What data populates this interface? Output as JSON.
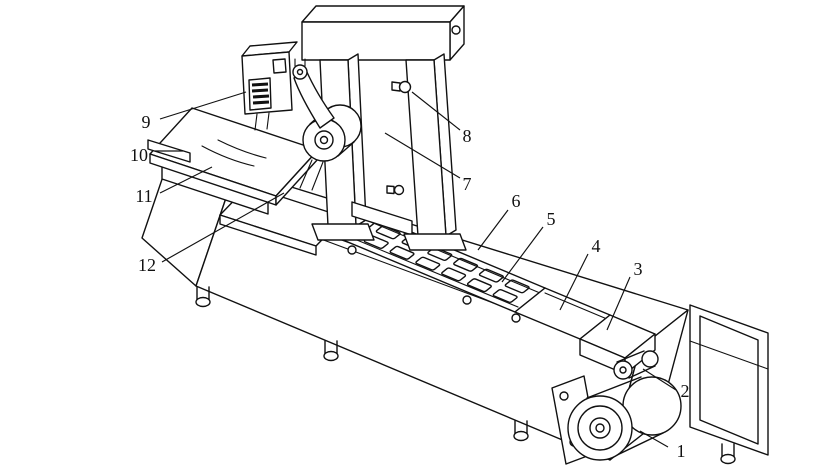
{
  "diagram": {
    "background": "#ffffff",
    "ink": "#111111",
    "callouts": [
      "1",
      "2",
      "3",
      "4",
      "5",
      "6",
      "7",
      "8",
      "9",
      "10",
      "11",
      "12"
    ]
  }
}
